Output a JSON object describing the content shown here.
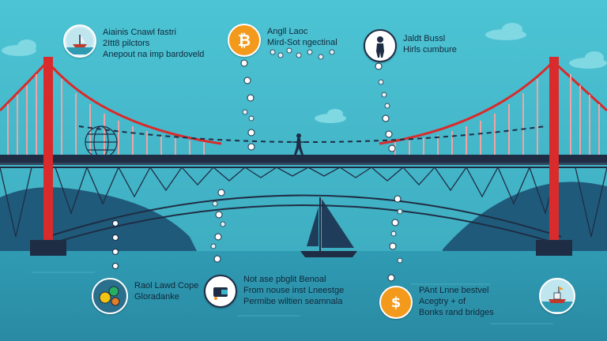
{
  "colors": {
    "sky_top": "#4cc4d4",
    "sky_bottom": "#3aa6bb",
    "tower_red": "#d92b2b",
    "deck_dark": "#1f2d44",
    "cable_pink": "#f0a3a3",
    "water": "#2f9bb3",
    "hills": "#1f5a7a",
    "bitcoin_orange": "#f39a1d"
  },
  "callouts": [
    {
      "id": "top-left",
      "icon": "boat-icon",
      "lines": [
        "Aiainis Cnawl fastri",
        "2Itt8 pilctors",
        "Anepout na imp bardoveld"
      ]
    },
    {
      "id": "top-center",
      "icon": "bitcoin-icon",
      "lines": [
        "Angll Laoc",
        "Mird-Sot ngectinal"
      ]
    },
    {
      "id": "top-right",
      "icon": "person-icon",
      "lines": [
        "Jaldt Bussl",
        "Hirls cumbure"
      ]
    },
    {
      "id": "bottom-left",
      "icon": "globe-coins-icon",
      "lines": [
        "Raol Lawd Cope",
        "Gloradanke"
      ]
    },
    {
      "id": "bottom-center",
      "icon": "wallet-icon",
      "lines": [
        "Not ase pbglit Benoal",
        "From nouse inst Lneestge",
        "Permibe wiltien seamnala"
      ]
    },
    {
      "id": "bottom-right",
      "icon": "dollar-coin-icon",
      "lines": [
        "PAnt Lnne bestvel",
        "Acegtry + of",
        "Bonks rand bridges"
      ]
    },
    {
      "id": "far-right",
      "icon": "ship-icon",
      "lines": []
    }
  ]
}
